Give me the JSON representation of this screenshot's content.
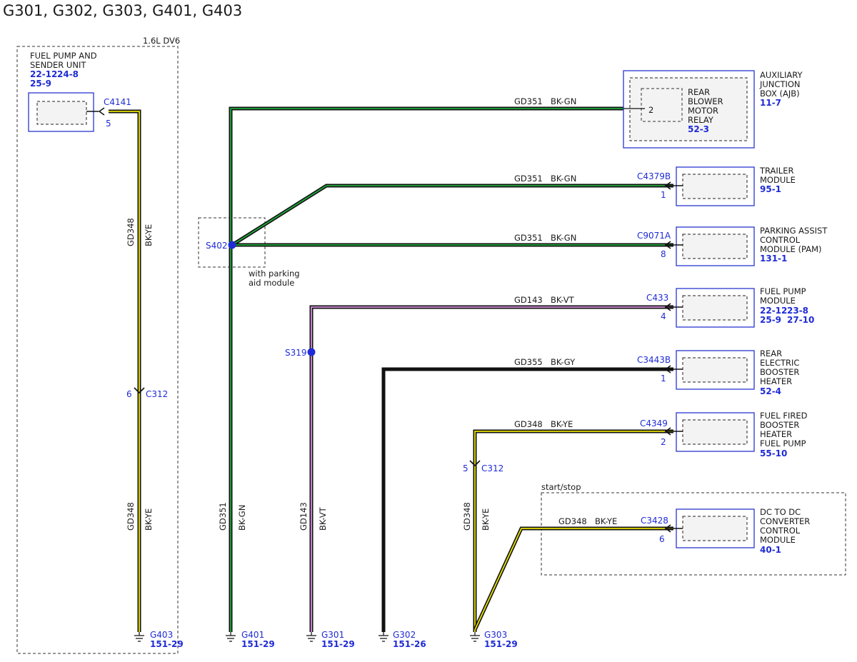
{
  "page_title": "G301, G302, G303, G401, G403",
  "colors": {
    "wire_black": "#111111",
    "tracer_green": "#1fa83a",
    "tracer_yellow": "#e8e000",
    "tracer_violet": "#d890e0",
    "label_blue": "#1f2bd6",
    "component_border": "#2a35d0"
  },
  "regions": {
    "engine_region": "1.6L DV6",
    "start_stop_region": "start/stop",
    "parking_note_1": "with parking",
    "parking_note_2": "aid module"
  },
  "components": {
    "fuel_pump_sender": {
      "name1": "FUEL PUMP AND",
      "name2": "SENDER UNIT",
      "ref1a": "22-12",
      "ref1b": "24-8",
      "ref2": "25-9",
      "connector": "C4141",
      "pin": "5"
    },
    "ajb": {
      "name1": "AUXILIARY",
      "name2": "JUNCTION",
      "name3": "BOX (AJB)",
      "ref": "11-7"
    },
    "rear_blower_relay": {
      "name1": "REAR",
      "name2": "BLOWER",
      "name3": "MOTOR",
      "name4": "RELAY",
      "ref": "52-3",
      "pin": "2"
    },
    "trailer_module": {
      "name1": "TRAILER",
      "name2": "MODULE",
      "ref": "95-1",
      "connector": "C4379B",
      "pin": "1"
    },
    "pam": {
      "name1": "PARKING ASSIST",
      "name2": "CONTROL",
      "name3": "MODULE (PAM)",
      "ref": "131-1",
      "connector": "C9071A",
      "pin": "8"
    },
    "fuel_pump_module": {
      "name1": "FUEL PUMP",
      "name2": "MODULE",
      "ref1a": "22-12",
      "ref1b": "23-8",
      "ref2a": "25-9",
      "ref2b": "27-10",
      "connector": "C433",
      "pin": "4"
    },
    "rear_booster_heater": {
      "name1": "REAR",
      "name2": "ELECTRIC",
      "name3": "BOOSTER",
      "name4": "HEATER",
      "ref": "52-4",
      "connector": "C3443B",
      "pin": "1"
    },
    "fuel_fired_heater": {
      "name1": "FUEL FIRED",
      "name2": "BOOSTER",
      "name3": "HEATER",
      "name4": "FUEL PUMP",
      "ref": "55-10",
      "connector": "C4349",
      "pin": "2"
    },
    "dc_converter": {
      "name1": "DC TO DC",
      "name2": "CONVERTER",
      "name3": "CONTROL",
      "name4": "MODULE",
      "ref": "40-1",
      "connector": "C3428",
      "pin": "6"
    }
  },
  "inline_connectors": [
    {
      "pin": "6",
      "connector": "C312"
    },
    {
      "pin": "5",
      "connector": "C312"
    }
  ],
  "splices": [
    "S402",
    "S319"
  ],
  "wires": {
    "gd351": {
      "circuit": "GD351",
      "color": "BK-GN"
    },
    "gd143": {
      "circuit": "GD143",
      "color": "BK-VT"
    },
    "gd355": {
      "circuit": "GD355",
      "color": "BK-GY"
    },
    "gd348": {
      "circuit": "GD348",
      "color": "BK-YE"
    }
  },
  "grounds": [
    {
      "name": "G403",
      "ref": "151-29"
    },
    {
      "name": "G401",
      "ref": "151-29"
    },
    {
      "name": "G301",
      "ref": "151-29"
    },
    {
      "name": "G302",
      "ref": "151-26"
    },
    {
      "name": "G303",
      "ref": "151-29"
    }
  ]
}
